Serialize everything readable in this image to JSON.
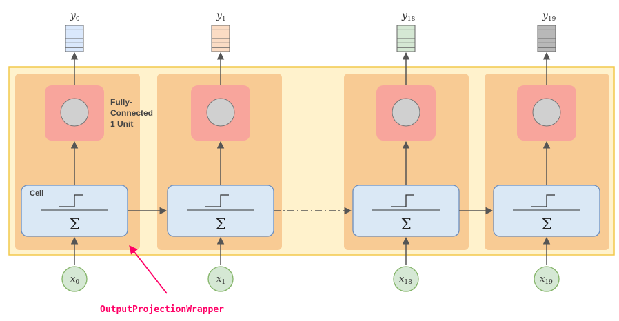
{
  "diagram": {
    "cell_label": "Cell",
    "fc_label_lines": [
      "Fully-",
      "Connected",
      "1 Unit"
    ],
    "sum_symbol": "Σ",
    "wrapper_label": "OutputProjectionWrapper",
    "colors": {
      "wrapper_bg": "#fff2cc",
      "wrapper_border": "#f2c94c",
      "unit_bg": "#f8cb94",
      "fc_bg": "#f8a59c",
      "neuron": "#d0d0d0",
      "cell_bg": "#dae8f5",
      "cell_border": "#6c8ebf",
      "input_bg": "#d5e8d4",
      "input_border": "#82b366",
      "accent": "#ff0066"
    },
    "steps": [
      {
        "output_var": "y",
        "output_sub": "0",
        "input_var": "x",
        "input_sub": "0",
        "output_color": "#dae8fc"
      },
      {
        "output_var": "y",
        "output_sub": "1",
        "input_var": "x",
        "input_sub": "1",
        "output_color": "#fbdcc4"
      },
      {
        "output_var": "y",
        "output_sub": "18",
        "input_var": "x",
        "input_sub": "18",
        "output_color": "#d5e8d4"
      },
      {
        "output_var": "y",
        "output_sub": "19",
        "input_var": "x",
        "input_sub": "19",
        "output_color": "#b8b8b8"
      }
    ]
  }
}
